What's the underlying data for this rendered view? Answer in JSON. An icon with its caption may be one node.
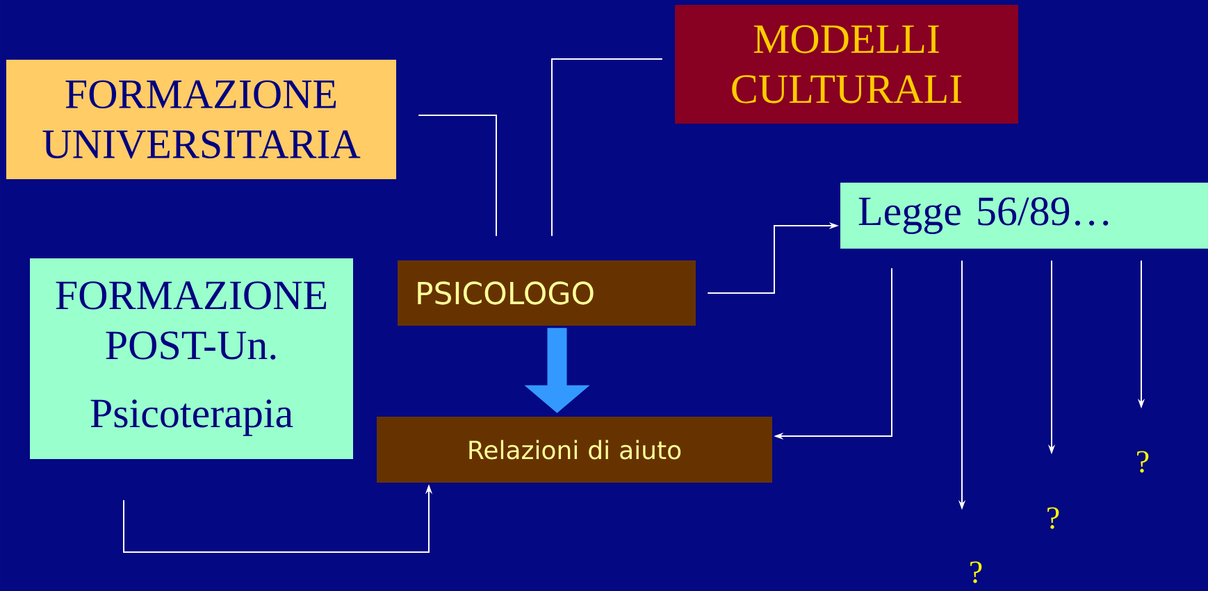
{
  "diagram": {
    "nodes": [
      {
        "text": [
          "FORMAZIONE UNIVERSITARIA"
        ]
      },
      {
        "text": [
          "MODELLI CULTURALI"
        ]
      },
      {
        "text": [
          "FORMAZIONE POST-Un.",
          "Psicoterapia"
        ]
      },
      {
        "text": [
          "PSICOLOGO"
        ]
      },
      {
        "text": [
          "Legge 56/89…"
        ]
      },
      {
        "text": [
          "Relazioni di aiuto"
        ]
      },
      {
        "text": [
          "?"
        ]
      },
      {
        "text": [
          "?"
        ]
      },
      {
        "text": [
          "?"
        ]
      }
    ],
    "edges": [
      {
        "from": 0,
        "to": 3,
        "arrow": "none"
      },
      {
        "from": 1,
        "to": 3,
        "arrow": "none"
      },
      {
        "from": 3,
        "to": 4,
        "arrow": "to"
      },
      {
        "from": 4,
        "to": 5,
        "arrow": "to"
      },
      {
        "from": 4,
        "to": 6,
        "arrow": "to"
      },
      {
        "from": 4,
        "to": 7,
        "arrow": "to"
      },
      {
        "from": 4,
        "to": 8,
        "arrow": "to"
      },
      {
        "from": 2,
        "to": 5,
        "arrow": "to"
      },
      {
        "from": 3,
        "to": 5,
        "arrow": "to",
        "style": "thick",
        "color": "#3399ff"
      }
    ]
  }
}
